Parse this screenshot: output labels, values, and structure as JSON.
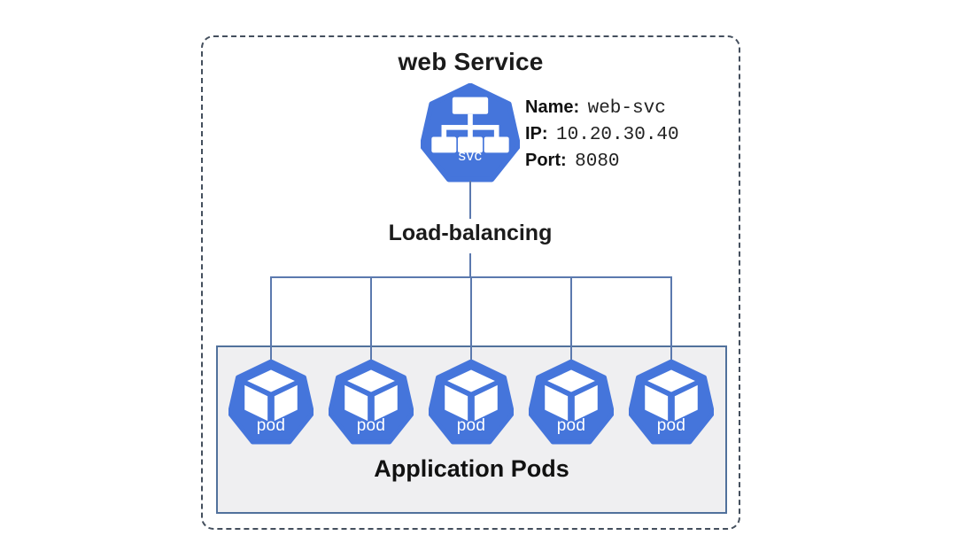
{
  "colors": {
    "kubernetes_blue": "#4575db",
    "connector_line": "#5b79ae",
    "pods_box_background": "#efeff1",
    "pods_box_border": "#51719c",
    "dashed_boundary": "#444f5d",
    "icon_glyph": "#ffffff",
    "text": "#1b1b1b"
  },
  "diagram": {
    "title": "web Service",
    "service": {
      "icon_label": "svc",
      "info": {
        "name_label": "Name:",
        "name_value": "web-svc",
        "ip_label": "IP:",
        "ip_value": "10.20.30.40",
        "port_label": "Port:",
        "port_value": "8080"
      }
    },
    "load_balancing_label": "Load-balancing",
    "pods": {
      "box_label": "Application Pods",
      "items": [
        {
          "label": "pod"
        },
        {
          "label": "pod"
        },
        {
          "label": "pod"
        },
        {
          "label": "pod"
        },
        {
          "label": "pod"
        }
      ]
    }
  }
}
